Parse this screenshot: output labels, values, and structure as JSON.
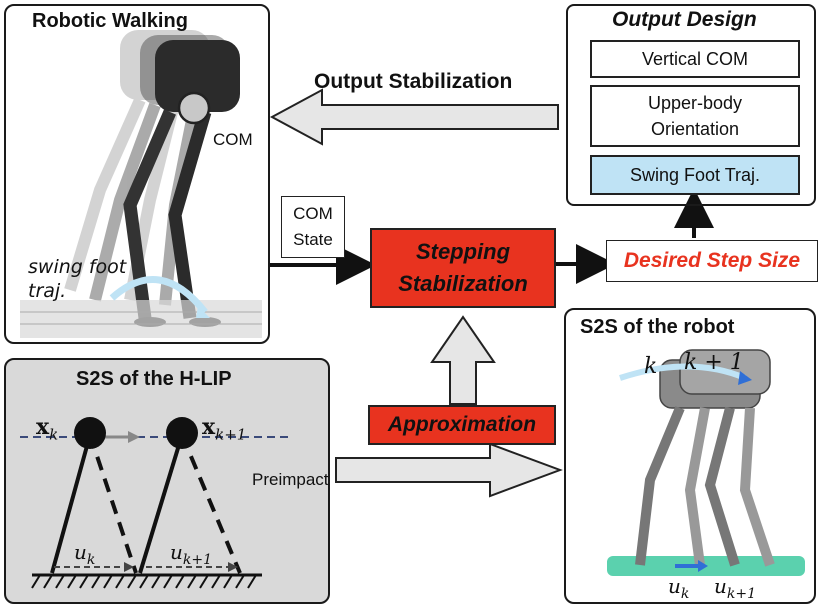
{
  "robotic_walking": {
    "title": "Robotic Walking",
    "com_label": "COM",
    "swing_label_1": "swing foot",
    "swing_label_2": "traj."
  },
  "output_design": {
    "title": "Output Design",
    "items": [
      "Vertical COM",
      "Upper-body Orientation",
      "Swing Foot Traj."
    ],
    "item2_line1": "Upper-body",
    "item2_line2": "Orientation"
  },
  "arrows": {
    "output_stabilization": "Output Stabilization",
    "com_state_1": "COM",
    "com_state_2": "State",
    "preimpact": "Preimpact"
  },
  "stepping_stabilization": {
    "line1": "Stepping",
    "line2": "Stabilization"
  },
  "desired_step_size": "Desired Step Size",
  "approximation": "Approximation",
  "hlip": {
    "title": "S2S of the H-LIP",
    "x_k": "x",
    "x_k_sub": "k",
    "x_k1": "x",
    "x_k1_sub": "k+1",
    "u_k": "u",
    "u_k_sub": "k",
    "u_k1": "u",
    "u_k1_sub": "k+1"
  },
  "robot_s2s": {
    "title": "S2S of the robot",
    "k": "k",
    "k1": "k + 1",
    "u_k": "u",
    "u_k_sub": "k",
    "u_k1": "u",
    "u_k1_sub": "k+1"
  },
  "colors": {
    "red": "#e8331f",
    "light_blue": "#bfe3f5",
    "gray_panel": "#d9d9d9",
    "green_floor": "#3ec9a0",
    "arrow_gray": "#e6e6e6"
  }
}
